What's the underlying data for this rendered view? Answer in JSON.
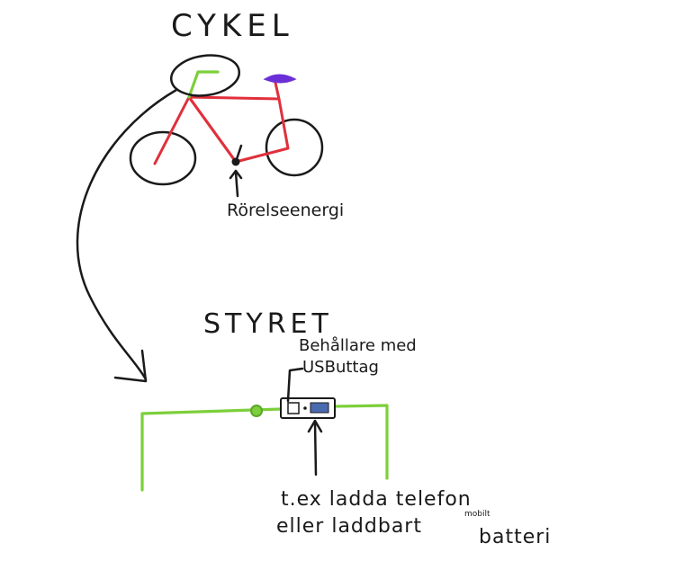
{
  "titles": {
    "top": "CYKEL",
    "handlebar": "STYRET"
  },
  "labels": {
    "energy": "Rörelseenergi",
    "container_line1": "Behållare med",
    "container_line2": "USButtag",
    "usage_line1": "t.ex ladda telefon",
    "usage_line2": "eller laddbart",
    "usage_line2_end": "batteri",
    "usage_superscript": "mobilt"
  },
  "colors": {
    "frame": "#e0303c",
    "handlebar": "#7ccf3a",
    "seat": "#6a2fd6",
    "ink": "#1a1a1a"
  },
  "icons": {
    "usb_port": "usb-port-icon"
  }
}
